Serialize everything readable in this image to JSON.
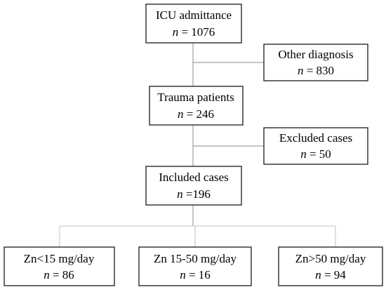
{
  "nodes": {
    "icu": {
      "title": "ICU admittance",
      "n_label": "n",
      "n_value": " = 1076"
    },
    "other_diagnosis": {
      "title": "Other diagnosis",
      "n_label": "n",
      "n_value": " = 830"
    },
    "trauma": {
      "title": "Trauma patients",
      "n_label": "n",
      "n_value": " = 246"
    },
    "excluded": {
      "title": "Excluded cases",
      "n_label": "n",
      "n_value": " = 50"
    },
    "included": {
      "title": "Included cases",
      "n_label": "n",
      "n_value": " =196"
    },
    "zn_low": {
      "title": "Zn<15 mg/day",
      "n_label": "n",
      "n_value": " = 86"
    },
    "zn_mid": {
      "title": "Zn 15-50 mg/day",
      "n_label": "n",
      "n_value": " = 16"
    },
    "zn_high": {
      "title": "Zn>50 mg/day",
      "n_label": "n",
      "n_value": " = 94"
    }
  },
  "colors": {
    "box_border": "#1a1a1a",
    "connector": "#8c8c8c",
    "text": "#000000"
  }
}
